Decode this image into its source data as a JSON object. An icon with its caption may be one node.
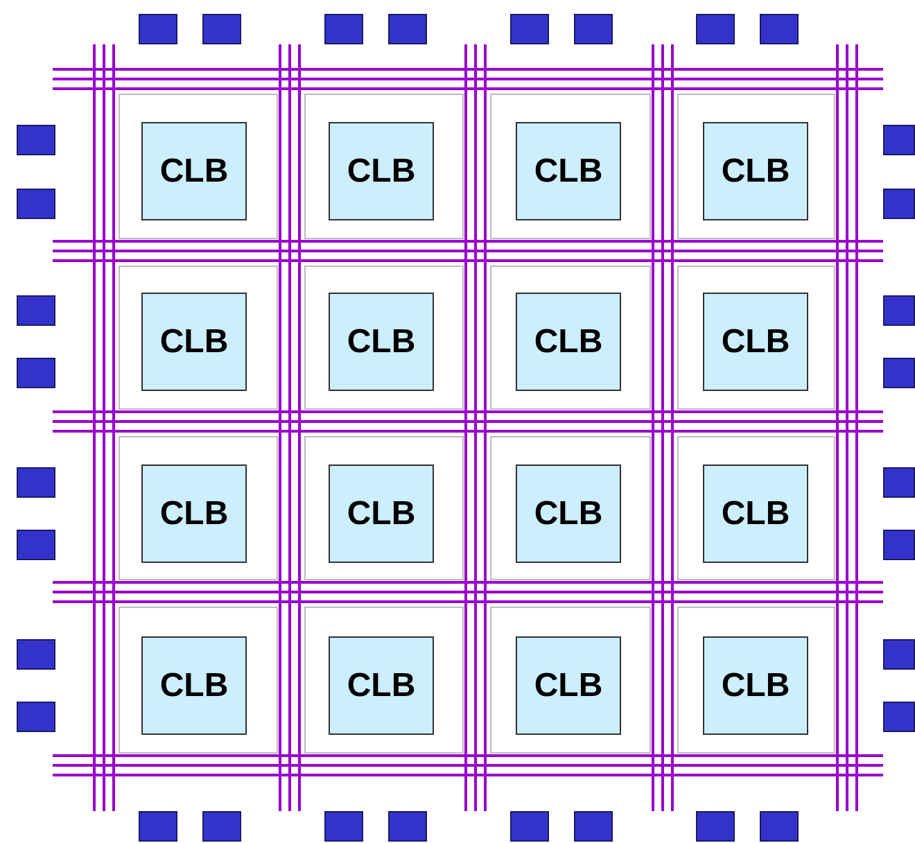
{
  "diagram": {
    "nodes": [
      {
        "text": [],
        "shape": "box"
      },
      {
        "text": [],
        "shape": "box"
      },
      {
        "text": [],
        "shape": "box"
      },
      {
        "text": [],
        "shape": "box"
      },
      {
        "text": [],
        "shape": "box"
      },
      {
        "text": [],
        "shape": "box"
      },
      {
        "text": [],
        "shape": "box"
      },
      {
        "text": [],
        "shape": "box"
      },
      {
        "text": [
          "CLB"
        ]
      },
      {
        "text": [
          "CLB"
        ]
      },
      {
        "text": [
          "CLB"
        ]
      },
      {
        "text": [
          "CLB"
        ]
      },
      {
        "text": [
          "CLB"
        ]
      },
      {
        "text": [
          "CLB"
        ]
      },
      {
        "text": [
          "CLB"
        ]
      },
      {
        "text": [
          "CLB"
        ]
      },
      {
        "text": [
          "CLB"
        ]
      },
      {
        "text": [
          "CLB"
        ]
      },
      {
        "text": [
          "CLB"
        ]
      },
      {
        "text": [
          "CLB"
        ]
      },
      {
        "text": [
          "CLB"
        ]
      },
      {
        "text": [
          "CLB"
        ]
      },
      {
        "text": [
          "CLB"
        ]
      },
      {
        "text": [
          "CLB"
        ]
      },
      {
        "text": [],
        "shape": "box"
      },
      {
        "text": [],
        "shape": "box"
      },
      {
        "text": [],
        "shape": "box"
      },
      {
        "text": [],
        "shape": "box"
      },
      {
        "text": [],
        "shape": "box"
      },
      {
        "text": [],
        "shape": "box"
      },
      {
        "text": [],
        "shape": "box"
      },
      {
        "text": [],
        "shape": "box"
      },
      {
        "text": [],
        "shape": "box"
      },
      {
        "text": [],
        "shape": "box"
      },
      {
        "text": [],
        "shape": "box"
      },
      {
        "text": [],
        "shape": "box"
      },
      {
        "text": [],
        "shape": "box"
      },
      {
        "text": [],
        "shape": "box"
      },
      {
        "text": [],
        "shape": "box"
      },
      {
        "text": [],
        "shape": "box"
      },
      {
        "text": [],
        "shape": "box"
      },
      {
        "text": [],
        "shape": "box"
      },
      {
        "text": [],
        "shape": "box"
      },
      {
        "text": [],
        "shape": "box"
      },
      {
        "text": [],
        "shape": "box"
      },
      {
        "text": [],
        "shape": "box"
      },
      {
        "text": [],
        "shape": "box"
      },
      {
        "text": [],
        "shape": "box"
      }
    ]
  }
}
